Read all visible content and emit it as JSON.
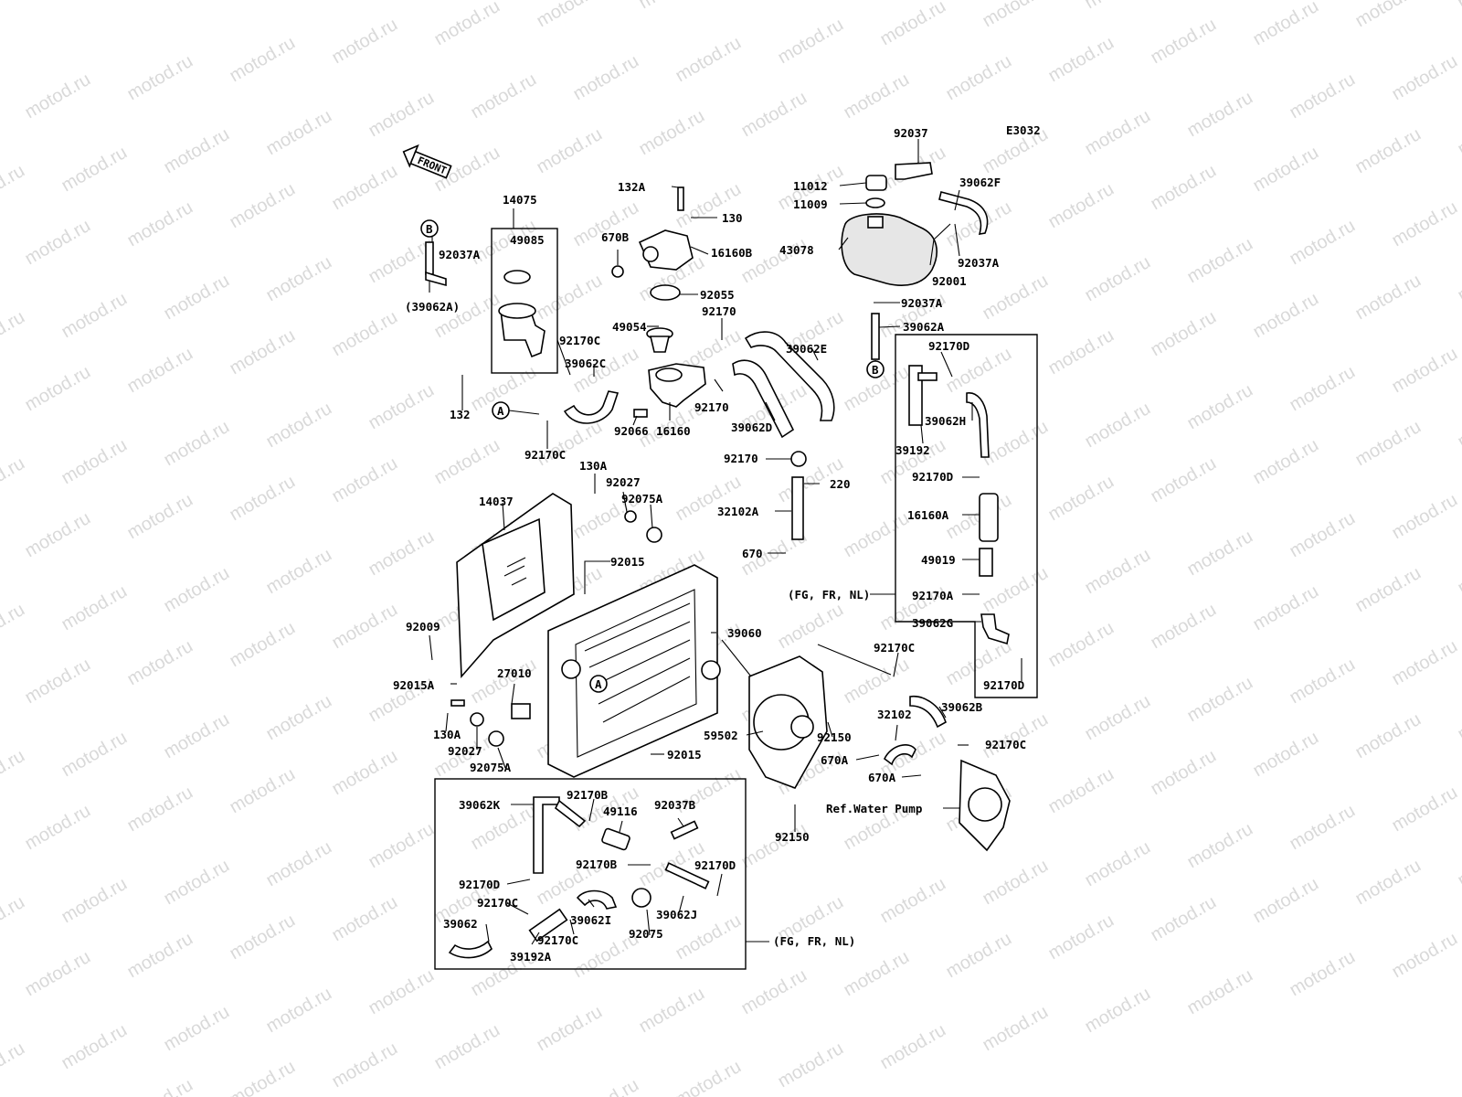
{
  "diagram": {
    "code": "E3032",
    "watermark": "motod.ru",
    "front_label": "FRONT",
    "labels": [
      {
        "id": "92037",
        "text": "92037"
      },
      {
        "id": "11012",
        "text": "11012"
      },
      {
        "id": "11009",
        "text": "11009"
      },
      {
        "id": "43078",
        "text": "43078"
      },
      {
        "id": "39062F",
        "text": "39062F"
      },
      {
        "id": "92037A_1",
        "text": "92037A"
      },
      {
        "id": "92001",
        "text": "92001"
      },
      {
        "id": "92037A_2",
        "text": "92037A"
      },
      {
        "id": "39062A_r",
        "text": "39062A"
      },
      {
        "id": "132A",
        "text": "132A"
      },
      {
        "id": "130",
        "text": "130"
      },
      {
        "id": "16160B",
        "text": "16160B"
      },
      {
        "id": "670B",
        "text": "670B"
      },
      {
        "id": "14075",
        "text": "14075"
      },
      {
        "id": "49085",
        "text": "49085"
      },
      {
        "id": "92037A_3",
        "text": "92037A"
      },
      {
        "id": "39062A_l",
        "text": "(39062A)"
      },
      {
        "id": "92055",
        "text": "92055"
      },
      {
        "id": "92170_1",
        "text": "92170"
      },
      {
        "id": "49054",
        "text": "49054"
      },
      {
        "id": "92170C_1",
        "text": "92170C"
      },
      {
        "id": "39062C",
        "text": "39062C"
      },
      {
        "id": "39062E",
        "text": "39062E"
      },
      {
        "id": "92170_2",
        "text": "92170"
      },
      {
        "id": "132",
        "text": "132"
      },
      {
        "id": "16160",
        "text": "16160"
      },
      {
        "id": "39062D",
        "text": "39062D"
      },
      {
        "id": "92066",
        "text": "92066"
      },
      {
        "id": "92170C_2",
        "text": "92170C"
      },
      {
        "id": "92170D_1",
        "text": "92170D"
      },
      {
        "id": "39062H",
        "text": "39062H"
      },
      {
        "id": "39192",
        "text": "39192"
      },
      {
        "id": "92170_3",
        "text": "92170"
      },
      {
        "id": "130A_1",
        "text": "130A"
      },
      {
        "id": "92027_1",
        "text": "92027"
      },
      {
        "id": "220",
        "text": "220"
      },
      {
        "id": "92170D_2",
        "text": "92170D"
      },
      {
        "id": "14037",
        "text": "14037"
      },
      {
        "id": "92075A_1",
        "text": "92075A"
      },
      {
        "id": "32102A",
        "text": "32102A"
      },
      {
        "id": "16160A",
        "text": "16160A"
      },
      {
        "id": "92015_1",
        "text": "92015"
      },
      {
        "id": "670",
        "text": "670"
      },
      {
        "id": "49019",
        "text": "49019"
      },
      {
        "id": "fg1",
        "text": "(FG, FR, NL)"
      },
      {
        "id": "92170A",
        "text": "92170A"
      },
      {
        "id": "39062G",
        "text": "39062G"
      },
      {
        "id": "92009",
        "text": "92009"
      },
      {
        "id": "39060",
        "text": "39060"
      },
      {
        "id": "92170C_3",
        "text": "92170C"
      },
      {
        "id": "92170D_3",
        "text": "92170D"
      },
      {
        "id": "27010",
        "text": "27010"
      },
      {
        "id": "92015A",
        "text": "92015A"
      },
      {
        "id": "39062B",
        "text": "39062B"
      },
      {
        "id": "32102",
        "text": "32102"
      },
      {
        "id": "130A_2",
        "text": "130A"
      },
      {
        "id": "59502",
        "text": "59502"
      },
      {
        "id": "92150_1",
        "text": "92150"
      },
      {
        "id": "92170C_4",
        "text": "92170C"
      },
      {
        "id": "92027_2",
        "text": "92027"
      },
      {
        "id": "92015_2",
        "text": "92015"
      },
      {
        "id": "670A_1",
        "text": "670A"
      },
      {
        "id": "670A_2",
        "text": "670A"
      },
      {
        "id": "92075A_2",
        "text": "92075A"
      },
      {
        "id": "refwp",
        "text": "Ref.Water Pump"
      },
      {
        "id": "92150_2",
        "text": "92150"
      },
      {
        "id": "39062K",
        "text": "39062K"
      },
      {
        "id": "92170B_1",
        "text": "92170B"
      },
      {
        "id": "49116",
        "text": "49116"
      },
      {
        "id": "92037B",
        "text": "92037B"
      },
      {
        "id": "92170B_2",
        "text": "92170B"
      },
      {
        "id": "92170D_4",
        "text": "92170D"
      },
      {
        "id": "92170D_5",
        "text": "92170D"
      },
      {
        "id": "92170C_5",
        "text": "92170C"
      },
      {
        "id": "39062I",
        "text": "39062I"
      },
      {
        "id": "39062J",
        "text": "39062J"
      },
      {
        "id": "39062",
        "text": "39062"
      },
      {
        "id": "92170C_6",
        "text": "92170C"
      },
      {
        "id": "92075",
        "text": "92075"
      },
      {
        "id": "39192A",
        "text": "39192A"
      },
      {
        "id": "fg2",
        "text": "(FG, FR, NL)"
      }
    ],
    "markers": [
      {
        "id": "B_top",
        "text": "B"
      },
      {
        "id": "B_right",
        "text": "B"
      },
      {
        "id": "A_left",
        "text": "A"
      },
      {
        "id": "A_rad",
        "text": "A"
      }
    ]
  }
}
